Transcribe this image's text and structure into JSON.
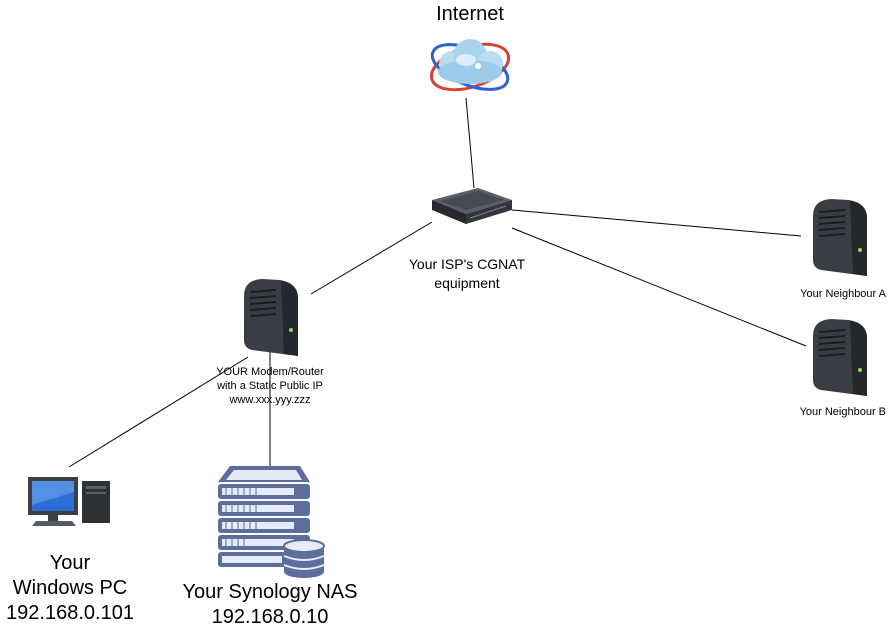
{
  "internet": {
    "label": "Internet"
  },
  "cgnat": {
    "label_line1": "Your ISP's CGNAT",
    "label_line2": "equipment"
  },
  "your_router": {
    "label_line1": "YOUR Modem/Router",
    "label_line2": "with a Static Public IP",
    "label_line3": "www.xxx.yyy.zzz"
  },
  "neighbour_a": {
    "label": "Your Neighbour A"
  },
  "neighbour_b": {
    "label": "Your Neighbour B"
  },
  "windows_pc": {
    "label_line1": "Your",
    "label_line2": "Windows PC",
    "label_line3": "192.168.0.101"
  },
  "nas": {
    "label_line1": "Your Synology NAS",
    "label_line2": "192.168.0.10"
  },
  "colors": {
    "line": "#000000",
    "device_dark": "#2f3237",
    "device_mid": "#4a4f57",
    "server_blue": "#5c6f9c",
    "server_light": "#e6ecf7",
    "monitor_blue": "#2b6fd6",
    "cloud_blue": "#9ecbe8",
    "orbit_red": "#d9413a",
    "orbit_blue": "#2f5fd0"
  }
}
